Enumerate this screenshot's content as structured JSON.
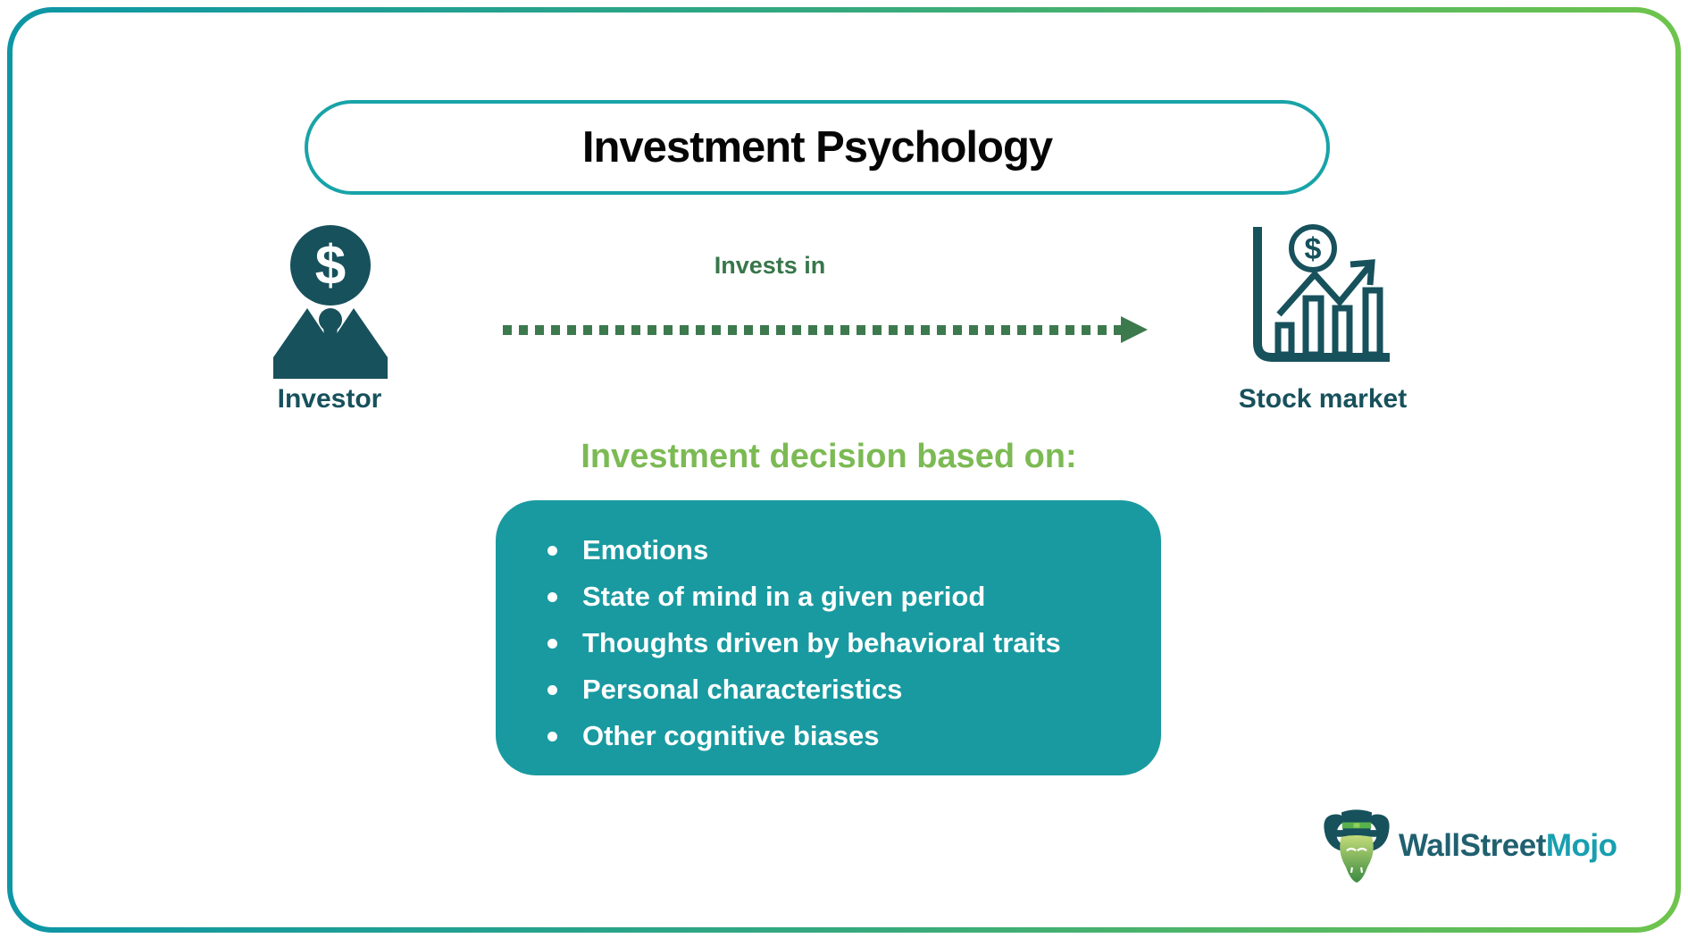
{
  "title": "Investment Psychology",
  "flow": {
    "investor_label": "Investor",
    "arrow_label": "Invests in",
    "stock_market_label": "Stock market"
  },
  "decision": {
    "heading": "Investment decision based on:",
    "items": [
      "Emotions",
      "State of mind in a given period",
      "Thoughts driven by behavioral traits",
      "Personal characteristics",
      "Other cognitive biases"
    ]
  },
  "icons": {
    "investor": "dollar-head-businessman-icon",
    "investor_head_symbol": "$",
    "stock_market": "bar-chart-growth-dollar-icon",
    "coin_symbol": "$",
    "logo": "bull-tophat-icon"
  },
  "logo": {
    "text_primary": "WallStreet",
    "text_secondary": "Mojo"
  },
  "colors": {
    "border_gradient_start": "#0d96a6",
    "border_gradient_end": "#6ec44c",
    "title_box_border": "#18a3a8",
    "dark_teal": "#17515c",
    "dark_green": "#3c7a4d",
    "light_green_heading": "#7cba54",
    "decision_box_fill": "#199aa0",
    "bullet_text": "#ffffff",
    "logo_primary": "#20606f",
    "logo_secondary": "#189fb0"
  }
}
